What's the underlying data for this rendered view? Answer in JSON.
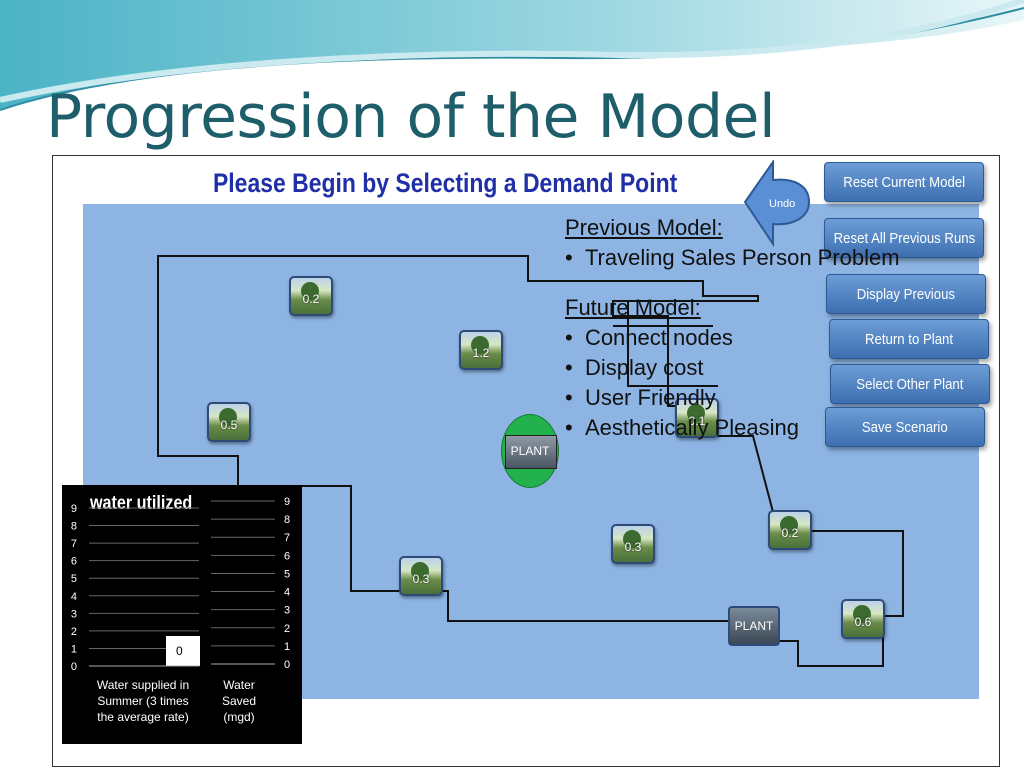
{
  "slide": {
    "title": "Progression of the Model"
  },
  "app": {
    "instruction": "Please Begin by Selecting a Demand Point",
    "undo_label": "Undo",
    "buttons": [
      "Reset Current Model",
      "Reset All Previous Runs",
      "Display Previous",
      "Return to Plant",
      "Select Other Plant",
      "Save Scenario"
    ],
    "nodes": [
      "0.2",
      "1.2",
      "0.5",
      "0.1",
      "0.3",
      "0.3",
      "0.2",
      "0.6"
    ],
    "plants": [
      "PLANT",
      "PLANT"
    ]
  },
  "notes": {
    "previous_heading": "Previous Model:",
    "previous_items": [
      "Traveling Sales Person Problem"
    ],
    "future_heading": "Future Model:",
    "future_items": [
      "Connect nodes",
      "Display cost",
      "User Friendly",
      "Aesthetically Pleasing"
    ]
  },
  "chart_data": [
    {
      "type": "bar",
      "title": "water utilized",
      "categories": [
        "Water supplied in Summer (3 times the average rate)"
      ],
      "values": [
        0
      ],
      "data_labels": [
        "0"
      ],
      "yticks": [
        "0",
        "1",
        "2",
        "3",
        "4",
        "5",
        "6",
        "7",
        "8",
        "9"
      ],
      "ylim": [
        0,
        9
      ],
      "grid": true
    },
    {
      "type": "bar",
      "title": "",
      "categories": [
        "Water Saved (mgd)"
      ],
      "values": [
        0
      ],
      "yticks": [
        "0",
        "1",
        "2",
        "3",
        "4",
        "5",
        "6",
        "7",
        "8",
        "9"
      ],
      "ylim": [
        0,
        9
      ],
      "grid": true
    }
  ],
  "colors": {
    "title": "#1e5d6a",
    "map": "#8db4e2",
    "button": "#4f80c2",
    "instruction": "#1f2fa8",
    "plant_circle": "#22b14c"
  }
}
